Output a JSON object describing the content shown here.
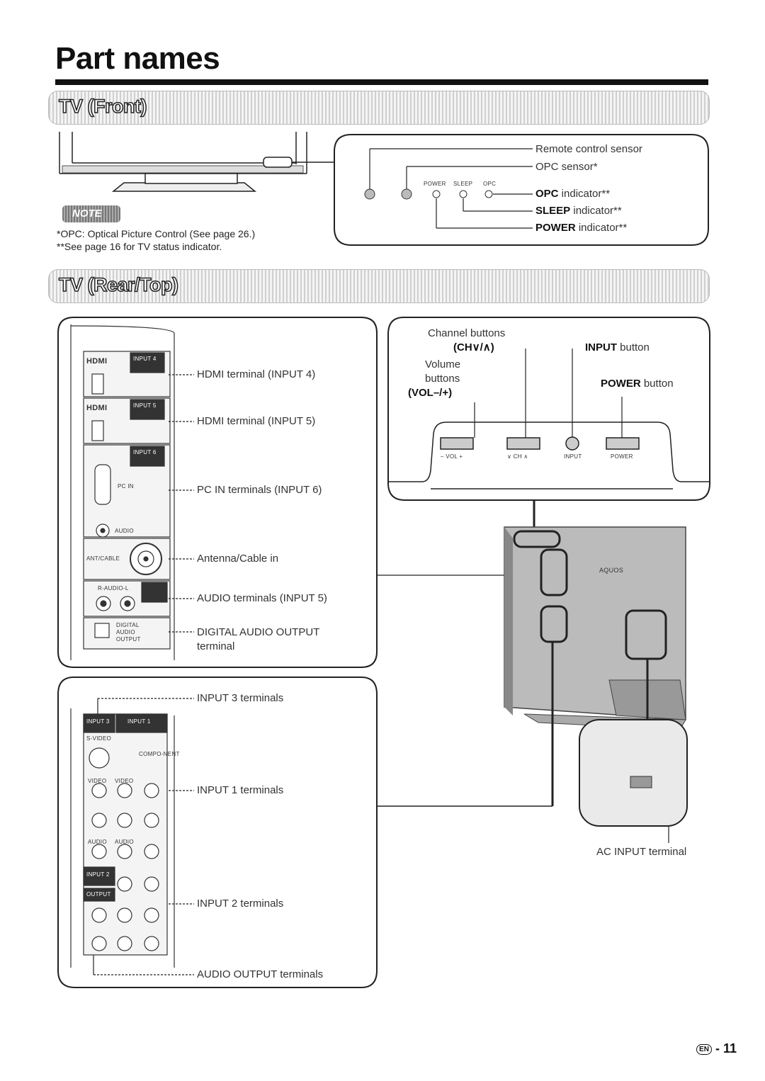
{
  "page": {
    "title": "Part names",
    "page_number": "11",
    "lang_badge": "EN"
  },
  "front": {
    "heading": "TV (Front)",
    "note_label": "NOTE",
    "notes": [
      "*OPC: Optical Picture Control (See page 26.)",
      "**See page 16 for TV status indicator."
    ],
    "panel_small": {
      "power": "POWER",
      "sleep": "SLEEP",
      "opc": "OPC"
    },
    "labels": {
      "remote": "Remote control sensor",
      "opc_sensor": "OPC sensor*",
      "opc_ind_bold": "OPC",
      "opc_ind_rest": " indicator**",
      "sleep_bold": "SLEEP",
      "sleep_rest": " indicator**",
      "power_bold": "POWER",
      "power_rest": " indicator**"
    }
  },
  "rear": {
    "heading": "TV (Rear/Top)",
    "side_labels": {
      "hdmi4": "HDMI terminal (INPUT 4)",
      "hdmi5": "HDMI terminal (INPUT 5)",
      "pcin": "PC IN terminals (INPUT 6)",
      "antenna": "Antenna/Cable in",
      "audio5": "AUDIO terminals (INPUT 5)",
      "digital1": "DIGITAL AUDIO OUTPUT",
      "digital2": "terminal"
    },
    "panel_text": {
      "hdmi": "HDMI",
      "input4": "INPUT 4",
      "input5": "INPUT 5",
      "input6": "INPUT 6",
      "pcin": "PC IN",
      "audio": "AUDIO",
      "antcable": "ANT/CABLE",
      "raudiol": "R-AUDIO-L",
      "digital": "DIGITAL",
      "audio2": "AUDIO",
      "output": "OUTPUT"
    },
    "top_labels": {
      "channel": "Channel buttons",
      "ch_sym": "(CH∨/∧)",
      "volume": "Volume",
      "buttons": "buttons",
      "vol_sym": "(VOL–/+)",
      "input_bold": "INPUT",
      "input_rest": " button",
      "power_bold": "POWER",
      "power_rest": " button"
    },
    "top_small": {
      "vol": "–  VOL  +",
      "ch": "∨  CH  ∧",
      "input": "INPUT",
      "power": "POWER"
    },
    "bottom_labels": {
      "input3": "INPUT 3 terminals",
      "input1": "INPUT 1 terminals",
      "input2": "INPUT 2 terminals",
      "audio_out": "AUDIO OUTPUT terminals"
    },
    "bottom_panel": {
      "input3": "INPUT 3",
      "input1": "INPUT 1",
      "svideo": "S-VIDEO",
      "compo": "COMPO-NENT",
      "video": "VIDEO",
      "audio": "AUDIO",
      "input2": "INPUT 2",
      "output": "OUTPUT"
    },
    "ac_label": "AC INPUT terminal",
    "aquos": "AQUOS"
  }
}
